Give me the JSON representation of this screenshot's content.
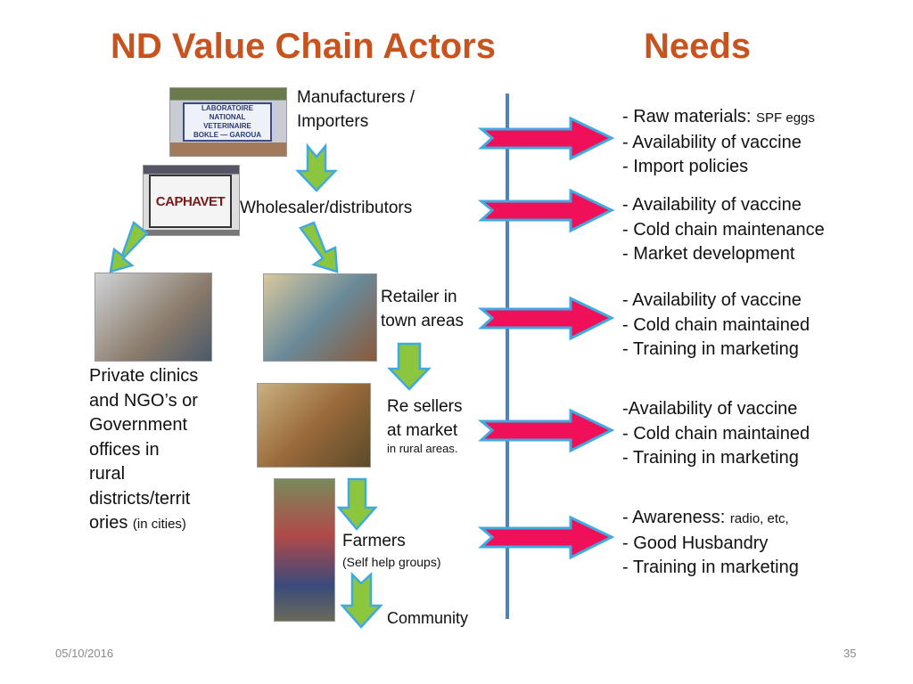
{
  "title_left": "ND Value Chain Actors",
  "title_right": "Needs",
  "actors": {
    "manufacturers": [
      "Manufacturers /",
      "Importers"
    ],
    "wholesaler": "Wholesaler/distributors",
    "retailer": [
      "Retailer in",
      "town areas"
    ],
    "resellers": [
      "Re sellers",
      "at market"
    ],
    "resellers_note": "in rural areas.",
    "farmers": "Farmers",
    "farmers_note": "(Self help groups)",
    "community": "Community",
    "clinics": [
      "Private clinics",
      "and NGO’s or",
      "Government",
      "offices in",
      "rural",
      "districts/territ",
      "ories"
    ],
    "clinics_note": "(in cities)"
  },
  "photos": {
    "lanavet_sign": "LABORATOIRE NATIONAL VETERINAIRE BOKLE — GAROUA",
    "caphavet_sign": "CAPHAVET"
  },
  "needs": [
    {
      "lines": [
        {
          "t": "- Raw materials: ",
          "s": "SPF eggs"
        },
        {
          "t": "- Availability of vaccine"
        },
        {
          "t": "- Import policies"
        }
      ]
    },
    {
      "lines": [
        {
          "t": "- Availability of vaccine"
        },
        {
          "t": "- Cold chain maintenance"
        },
        {
          "t": "- Market development"
        }
      ]
    },
    {
      "lines": [
        {
          "t": "- Availability  of vaccine"
        },
        {
          "t": "- Cold chain maintained"
        },
        {
          "t": "- Training in marketing"
        }
      ]
    },
    {
      "lines": [
        {
          "t": "-Availability of vaccine"
        },
        {
          "t": "- Cold chain maintained"
        },
        {
          "t": "- Training in marketing"
        }
      ]
    },
    {
      "lines": [
        {
          "t": "- Awareness: ",
          "s": "radio, etc,"
        },
        {
          "t": "- Good Husbandry"
        },
        {
          "t": "- Training in marketing"
        }
      ]
    }
  ],
  "footer": {
    "date": "05/10/2016",
    "page": "35"
  },
  "colors": {
    "title": "#C8531E",
    "pink_arrow": "#F0105A",
    "arrow_outline": "#3FA9E0",
    "green_arrow": "#8CC63F",
    "divider": "#4F81BD"
  }
}
